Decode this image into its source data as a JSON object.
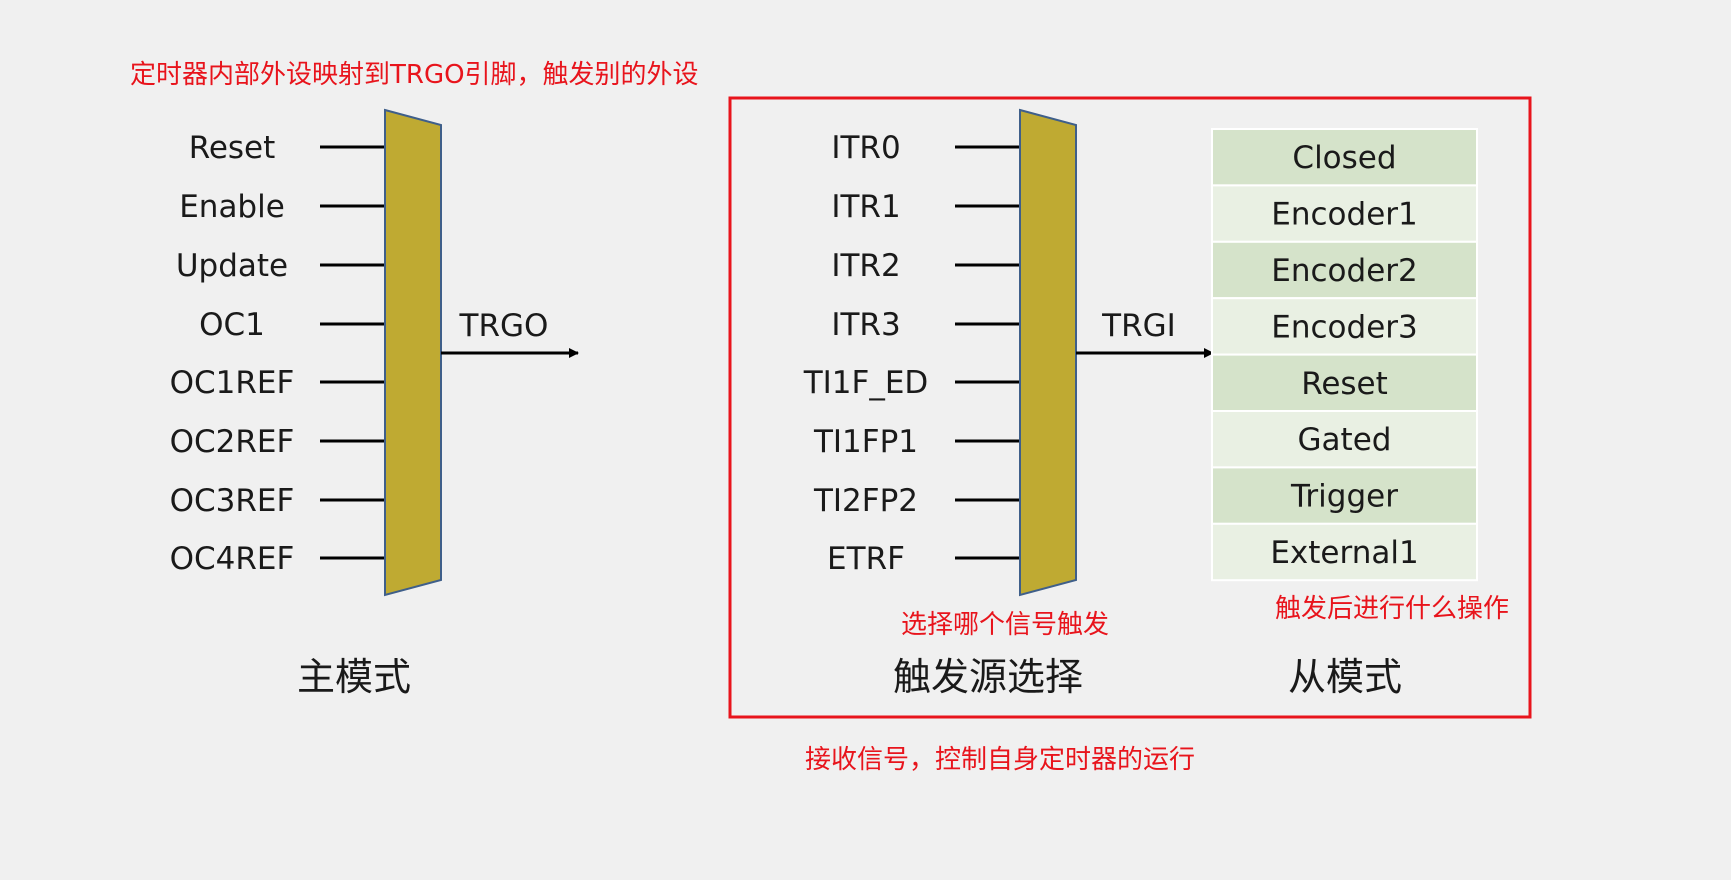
{
  "notes": {
    "master_top": "定时器内部外设映射到TRGO引脚，触发别的外设",
    "selector": "选择哪个信号触发",
    "slave_action": "触发后进行什么操作",
    "bottom": "接收信号，控制自身定时器的运行"
  },
  "master": {
    "inputs": [
      "Reset",
      "Enable",
      "Update",
      "OC1",
      "OC1REF",
      "OC2REF",
      "OC3REF",
      "OC4REF"
    ],
    "output": "TRGO",
    "caption": "主模式"
  },
  "trigger_source": {
    "inputs": [
      "ITR0",
      "ITR1",
      "ITR2",
      "ITR3",
      "TI1F_ED",
      "TI1FP1",
      "TI2FP2",
      "ETRF"
    ],
    "output": "TRGI",
    "caption": "触发源选择"
  },
  "slave": {
    "modes": [
      "Closed",
      "Encoder1",
      "Encoder2",
      "Encoder3",
      "Reset",
      "Gated",
      "Trigger",
      "External1"
    ],
    "caption": "从模式"
  },
  "colors": {
    "mux_fill": "#bfaa32",
    "mux_stroke": "#3f5f8a",
    "highlight": "#e8141c",
    "cell_dark": "#d5e3ca",
    "cell_light": "#e9f0e3"
  }
}
